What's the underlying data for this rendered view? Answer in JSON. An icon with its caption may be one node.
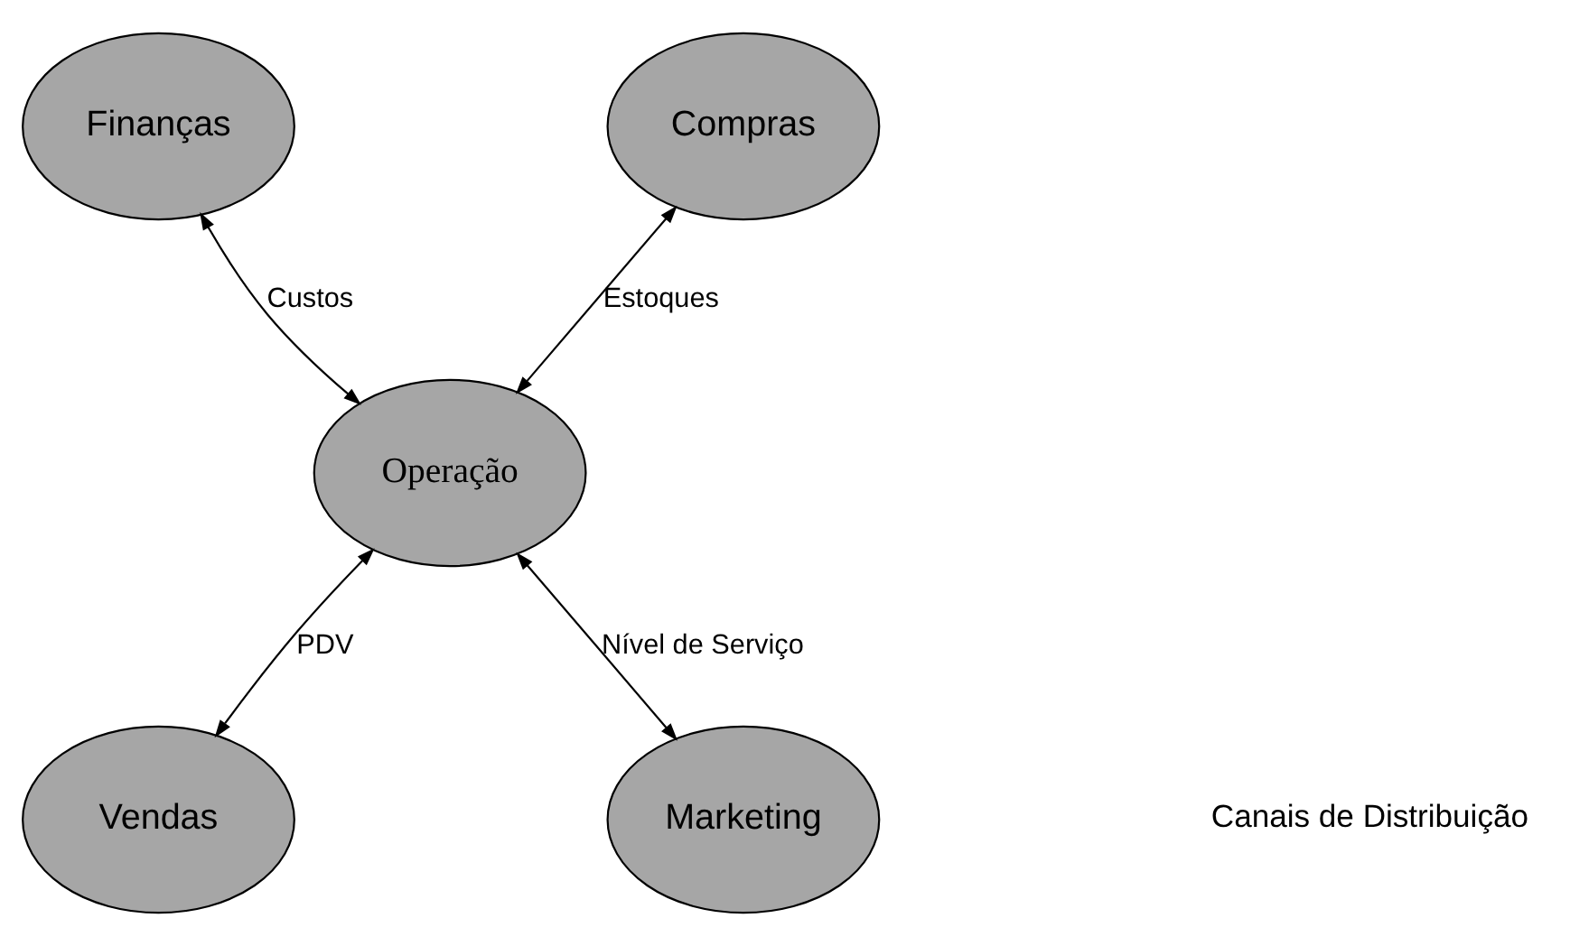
{
  "diagram": {
    "nodes": [
      {
        "text": [
          "Finanças"
        ]
      },
      {
        "text": [
          "Compras"
        ]
      },
      {
        "text": [
          "Operação"
        ]
      },
      {
        "text": [
          "Marketing"
        ]
      },
      {
        "text": [
          "Vendas"
        ]
      }
    ],
    "edges": [
      {
        "from": 0,
        "to": 2,
        "arrow": "both",
        "label": "Custos"
      },
      {
        "from": 1,
        "to": 2,
        "arrow": "both",
        "label": "Estoques"
      },
      {
        "from": 3,
        "to": 2,
        "arrow": "both",
        "label": "Nível de Serviço"
      },
      {
        "from": 2,
        "to": 4,
        "arrow": "both",
        "label": "PDV"
      }
    ],
    "labels": [
      "Canais de Distribuição"
    ]
  }
}
